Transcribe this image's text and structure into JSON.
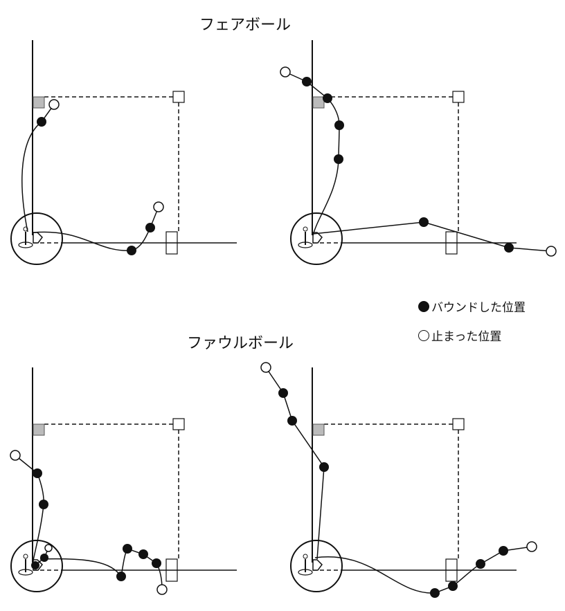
{
  "titles": {
    "fair": "フェアボール",
    "foul": "ファウルボール"
  },
  "legend": {
    "bounce": "バウンドした位置",
    "stop": "止まった位置"
  },
  "colors": {
    "ink": "#111111",
    "base_shade": "#bbbbbb"
  }
}
